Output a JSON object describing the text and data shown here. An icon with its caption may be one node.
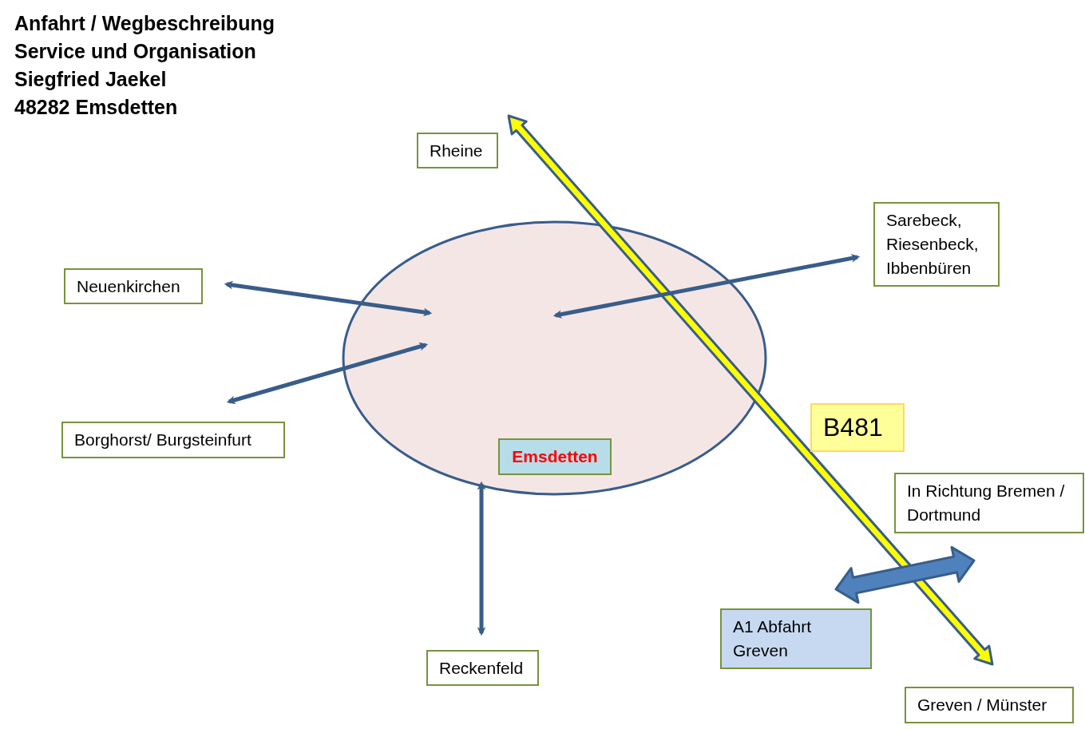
{
  "diagram": {
    "title": "Anfahrt / Wegbeschreibung",
    "nodes": [
      {
        "text": [
          "Rheine"
        ]
      },
      {
        "text": [
          "Sarebeck, Riesenbeck, Ibbenbüren"
        ]
      },
      {
        "text": [
          "Neuenkirchen"
        ]
      },
      {
        "text": [],
        "shape": "ellipse"
      },
      {
        "text": [
          "Emsdetten"
        ],
        "in": 3
      },
      {
        "text": [
          "Borghorst/ Burgsteinfurt"
        ]
      },
      {
        "text": [
          "B481"
        ]
      },
      {
        "text": [
          "In Richtung Bremen / Dortmund"
        ]
      },
      {
        "text": [
          "A1 Abfahrt Greven"
        ]
      },
      {
        "text": [
          "Reckenfeld"
        ]
      },
      {
        "text": [
          "Greven / Münster"
        ]
      }
    ],
    "edges": [
      {
        "from": 10,
        "to": 0,
        "arrow": "both",
        "style": "thick",
        "color": "#ffff00"
      },
      {
        "from": 3,
        "to": 2,
        "arrow": "both"
      },
      {
        "from": 3,
        "to": 5,
        "arrow": "both"
      },
      {
        "from": 3,
        "to": 1,
        "arrow": "both"
      },
      {
        "from": 3,
        "to": 9,
        "arrow": "both"
      },
      {
        "from": 8,
        "to": 7,
        "arrow": "both",
        "style": "thick",
        "color": "#4f81bd"
      }
    ],
    "labels": [
      "Service und Organisation",
      "Siegfried Jaekel",
      "48282 Emsdetten"
    ]
  }
}
